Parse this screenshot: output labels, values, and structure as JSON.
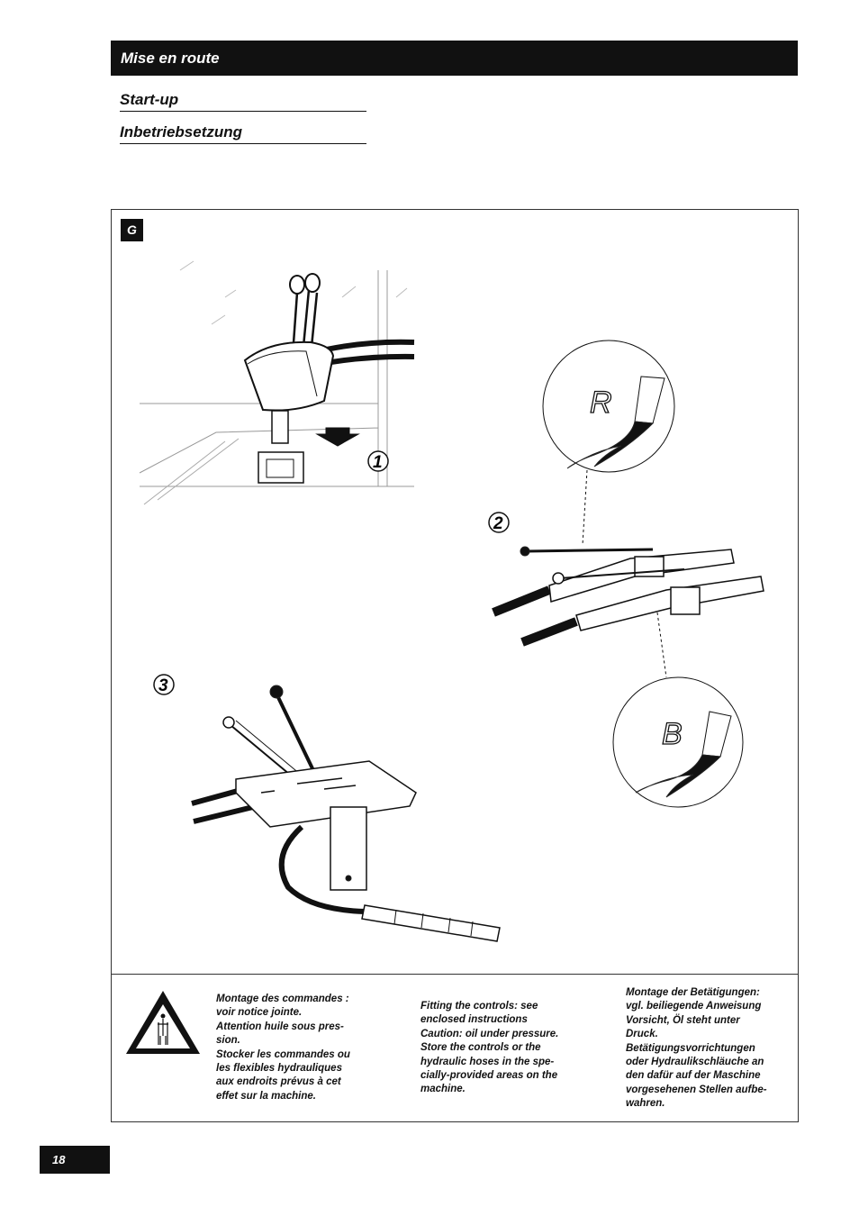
{
  "header": {
    "title": "Mise en route"
  },
  "subtitles": {
    "english": "Start-up",
    "german": "Inbetriebsetzung"
  },
  "figure": {
    "label": "G",
    "step_labels": [
      "1",
      "2",
      "3"
    ],
    "marker_r": "R",
    "marker_b": "B"
  },
  "instructions": {
    "french": "Montage des commandes :\nvoir notice jointe.\nAttention huile sous pres-\nsion.\nStocker les commandes ou\nles flexibles hydrauliques\naux endroits prévus à cet\neffet sur la machine.",
    "english": "Fitting the controls: see\nenclosed instructions\nCaution: oil under pressure.\nStore the controls or the\nhydraulic hoses in the spe-\ncially-provided areas on the\nmachine.",
    "german": "Montage der Betätigungen:\nvgl. beiliegende Anweisung\nVorsicht, Öl steht unter\nDruck.\nBetätigungsvorrichtungen\noder Hydraulikschläuche an\nden dafür auf der Maschine\nvorgesehenen Stellen aufbe-\nwahren."
  },
  "footer": {
    "page_number": "18"
  },
  "icons": {
    "warning": "warning-triangle-icon"
  }
}
